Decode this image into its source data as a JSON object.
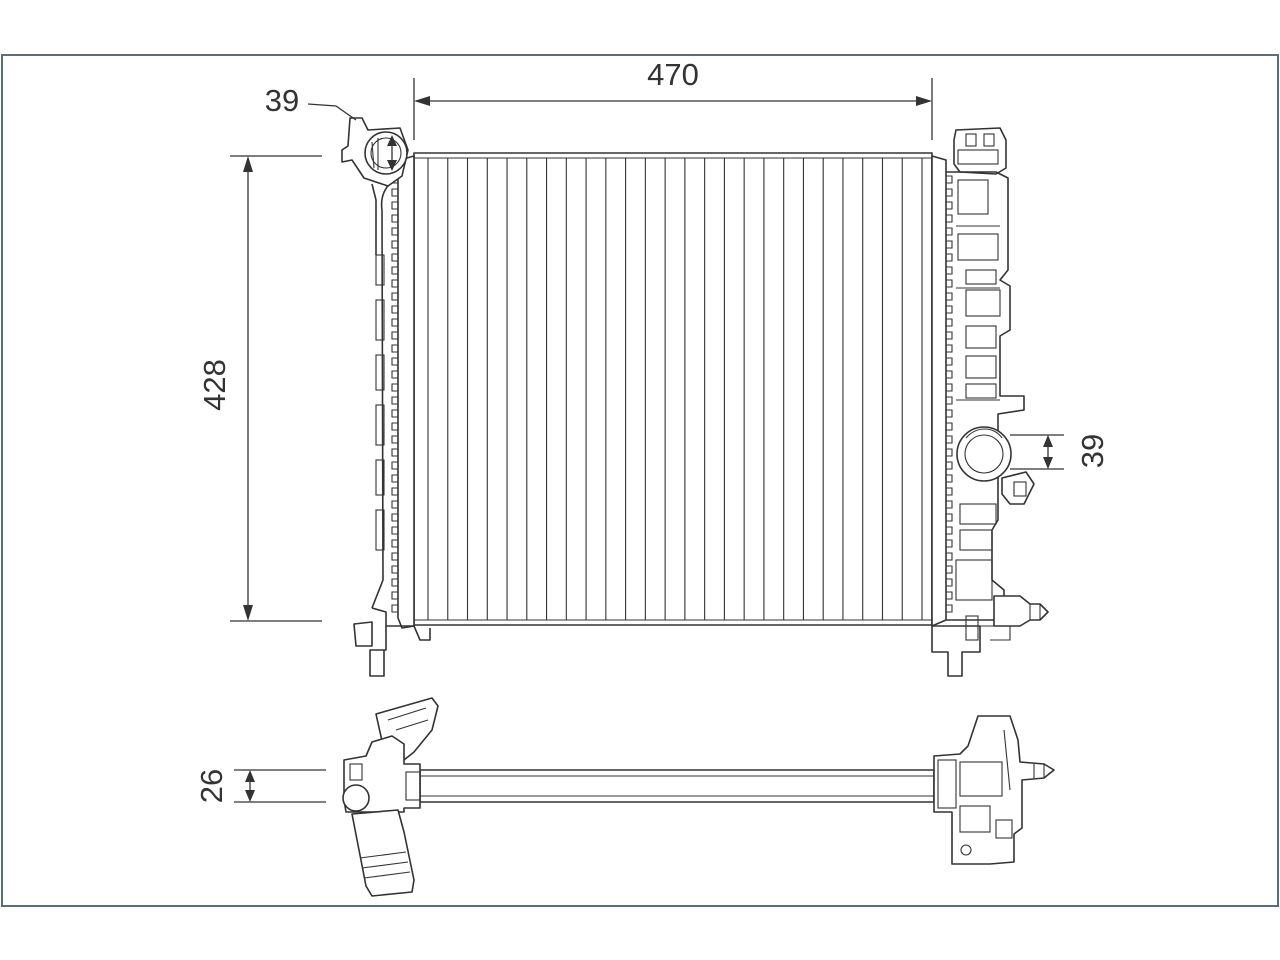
{
  "dimensions": {
    "core_width": "470",
    "core_height": "428",
    "inlet_diameter": "39",
    "outlet_diameter": "39",
    "core_depth": "26"
  },
  "tube_count": 26,
  "colors": {
    "stroke": "#333333",
    "frame": "#5a6e7a",
    "background": "#ffffff"
  }
}
